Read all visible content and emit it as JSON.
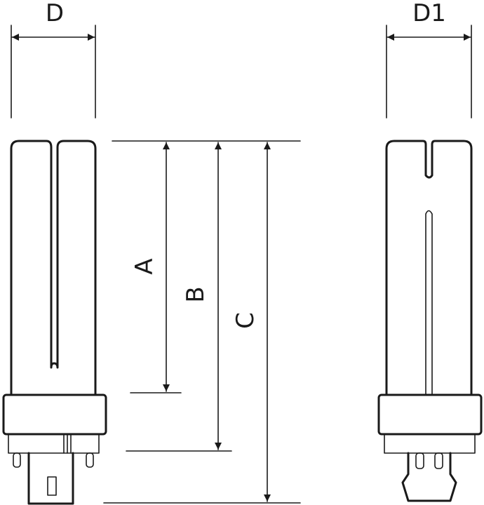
{
  "labels": {
    "d": "D",
    "d1": "D1",
    "a": "A",
    "b": "B",
    "c": "C"
  },
  "colors": {
    "line": "#1a1a1a",
    "background": "#ffffff"
  }
}
